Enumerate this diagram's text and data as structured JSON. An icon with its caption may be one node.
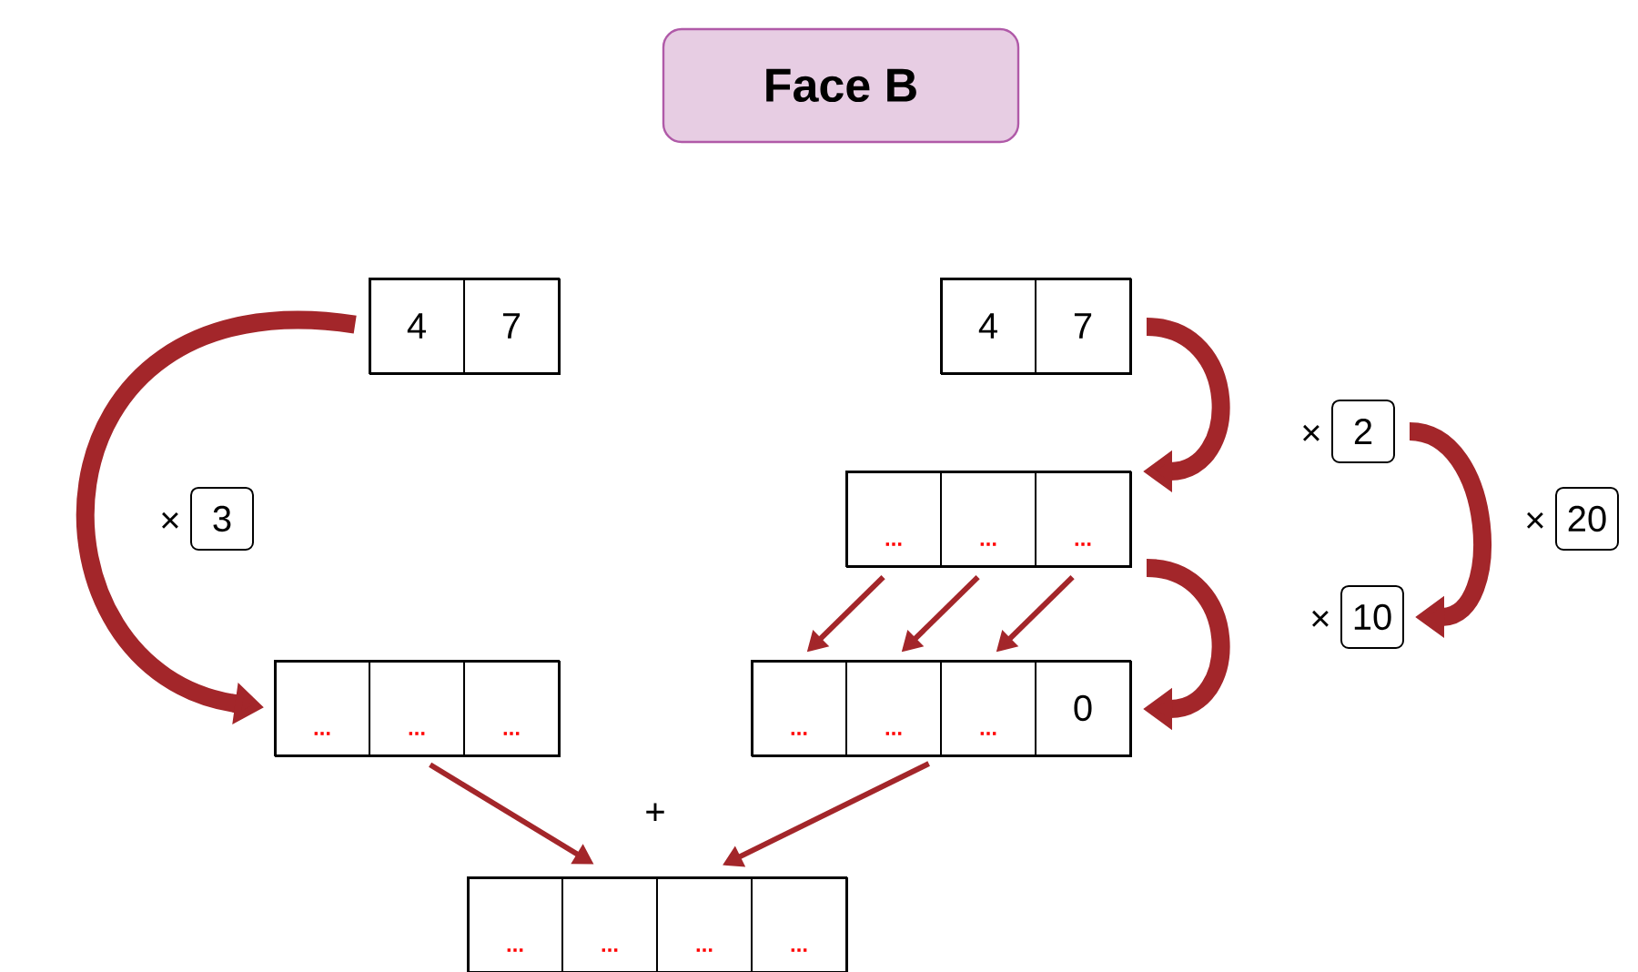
{
  "diagram": {
    "nodes": [
      {
        "text": [
          "Face B"
        ]
      },
      {
        "text": [],
        "shape": "box"
      },
      {
        "text": [
          "4"
        ],
        "in": 1
      },
      {
        "text": [
          "7"
        ],
        "in": 1
      },
      {
        "text": [],
        "shape": "box"
      },
      {
        "text": [
          "4"
        ],
        "in": 4
      },
      {
        "text": [
          "7"
        ],
        "in": 4
      },
      {
        "text": [
          "2"
        ],
        "beside": [
          "×"
        ]
      },
      {
        "text": [
          "3"
        ],
        "beside": [
          "×"
        ]
      },
      {
        "text": [],
        "shape": "box"
      },
      {
        "text": [
          "..."
        ],
        "in": 9
      },
      {
        "text": [
          "..."
        ],
        "in": 9
      },
      {
        "text": [
          "..."
        ],
        "in": 9
      },
      {
        "text": [
          "20"
        ],
        "beside": [
          "×"
        ]
      },
      {
        "text": [
          "10"
        ],
        "beside": [
          "×"
        ]
      },
      {
        "text": [],
        "shape": "box"
      },
      {
        "text": [
          "..."
        ],
        "in": 15
      },
      {
        "text": [
          "..."
        ],
        "in": 15
      },
      {
        "text": [
          "..."
        ],
        "in": 15
      },
      {
        "text": [],
        "shape": "box"
      },
      {
        "text": [
          "..."
        ],
        "in": 19
      },
      {
        "text": [
          "..."
        ],
        "in": 19
      },
      {
        "text": [
          "..."
        ],
        "in": 19
      },
      {
        "text": [
          "0"
        ],
        "in": 19
      },
      {
        "text": [],
        "shape": "box"
      },
      {
        "text": [
          "..."
        ],
        "in": 24
      },
      {
        "text": [
          "..."
        ],
        "in": 24
      },
      {
        "text": [
          "..."
        ],
        "in": 24
      },
      {
        "text": [
          "..."
        ],
        "in": 24
      }
    ],
    "edges": [
      {
        "from": 1,
        "to": 15,
        "arrow": "to",
        "style": "thick"
      },
      {
        "from": 4,
        "to": 9,
        "arrow": "to",
        "style": "thick"
      },
      {
        "from": 9,
        "to": 19,
        "arrow": "to",
        "style": "thick"
      },
      {
        "from": 7,
        "to": 14,
        "arrow": "to",
        "style": "thick"
      },
      {
        "from": 10,
        "to": 20,
        "arrow": "to"
      },
      {
        "from": 11,
        "to": 21,
        "arrow": "to"
      },
      {
        "from": 12,
        "to": 22,
        "arrow": "to"
      },
      {
        "from": 15,
        "to": 24,
        "arrow": "to"
      },
      {
        "from": 19,
        "to": 24,
        "arrow": "to"
      }
    ],
    "labels": [
      "+"
    ]
  }
}
